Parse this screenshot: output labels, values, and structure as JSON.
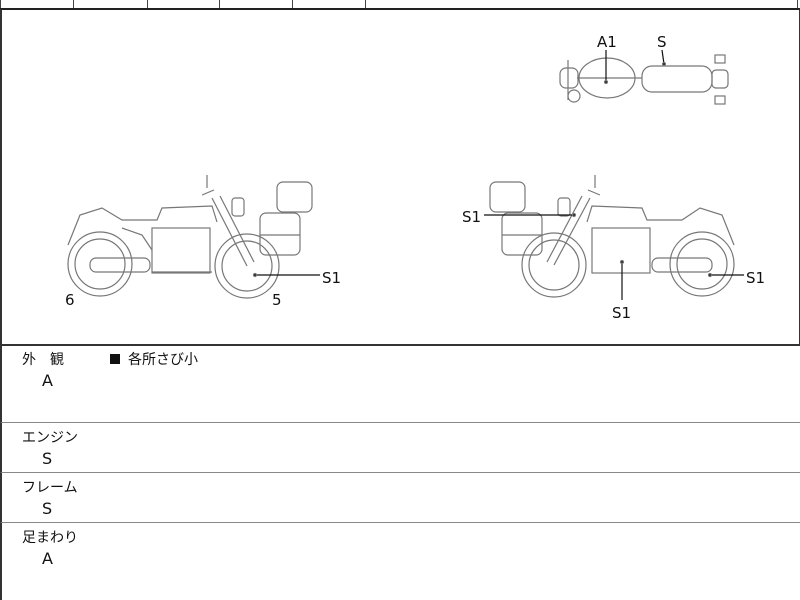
{
  "diagram": {
    "top_view": {
      "labels": [
        "A1",
        "S"
      ]
    },
    "left_view": {
      "labels": [
        "6",
        "5",
        "S1"
      ]
    },
    "right_view": {
      "labels": [
        "S1",
        "S1",
        "S1"
      ]
    }
  },
  "sections": [
    {
      "title": "外　観",
      "grade": "A",
      "note": "各所さび小"
    },
    {
      "title": "エンジン",
      "grade": "S"
    },
    {
      "title": "フレーム",
      "grade": "S"
    },
    {
      "title": "足まわり",
      "grade": "A"
    }
  ]
}
